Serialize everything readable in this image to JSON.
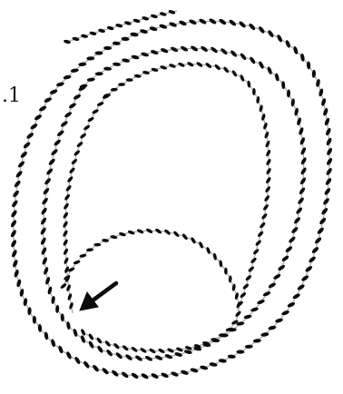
{
  "figure": {
    "label": ".1",
    "ink_color": "#0c0c0c",
    "background": "#ffffff",
    "elements": [
      {
        "name": "outer-rope-loop",
        "kind": "twisted-rope"
      },
      {
        "name": "middle-rope-loop",
        "kind": "twisted-rope"
      },
      {
        "name": "inner-rope-loop",
        "kind": "twisted-rope"
      },
      {
        "name": "crossing-loop",
        "kind": "twisted-rope"
      },
      {
        "name": "rope-tail",
        "kind": "twisted-rope"
      },
      {
        "name": "pointer-arrow",
        "kind": "arrow"
      }
    ]
  }
}
